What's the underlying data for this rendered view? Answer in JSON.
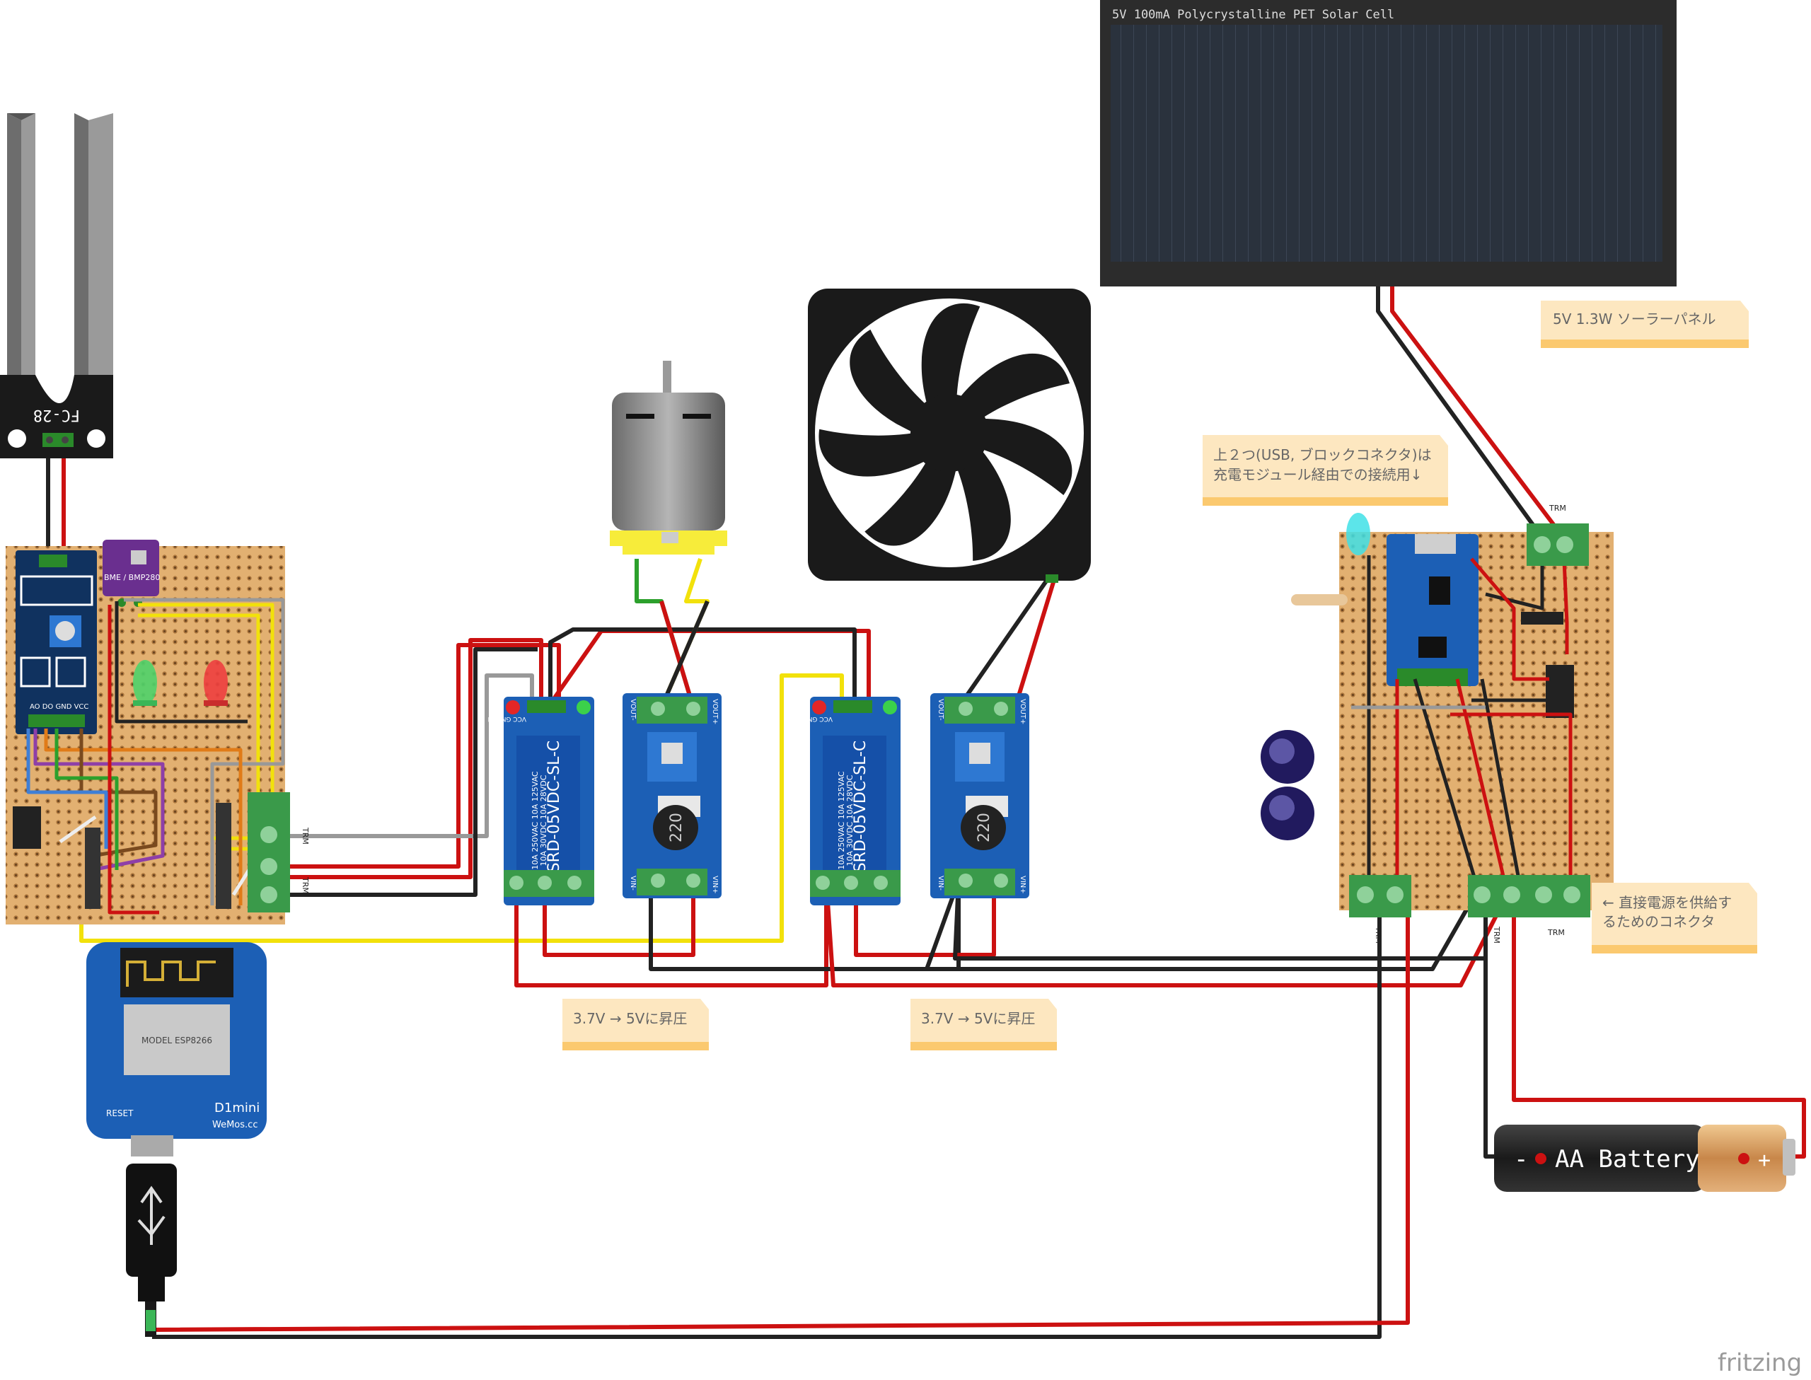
{
  "diagram": {
    "solar_cell_label": "5V 100mA Polycrystalline PET Solar Cell",
    "notes": {
      "solar_panel": "5V 1.3W ソーラーパネル",
      "usb_connector_line1": "上２つ(USB, ブロックコネクタ)は",
      "usb_connector_line2": "充電モジュール経由での接続用↓",
      "boost1": "3.7V → 5Vに昇圧",
      "boost2": "3.7V → 5Vに昇圧",
      "direct_power_line1": "← 直接電源を供給す",
      "direct_power_line2": "るためのコネクタ"
    },
    "sensor_label": "FC-28",
    "bme_label": "BME / BMP280",
    "sensor_pins": "AO DO GND VCC",
    "relay1_text": "SRD-05VDC-SL-C",
    "relay2_text": "SRD-05VDC-SL-C",
    "relay_rating_1": "10A 250VAC 10A 125VAC",
    "relay_rating_2": "10A 30VDC 10A 28VDC",
    "relay_pins": "VCC GND IN",
    "boost_inductor_1": "220",
    "boost_inductor_2": "220",
    "boost_vout_minus": "VOUT-",
    "boost_vout_plus": "VOUT+",
    "boost_vin_minus": "VIN-",
    "boost_vin_plus": "VIN+",
    "terminal_label": "TRM",
    "wemos_model": "D1mini",
    "wemos_brand": "WeMos.cc",
    "wemos_reset": "RESET",
    "wemos_module": "MODEL ESP8266",
    "battery_label": "AA Battery",
    "battery_minus": "-",
    "battery_plus": "+",
    "watermark": "fritzing"
  },
  "colors": {
    "wire_red": "#cc1111",
    "wire_black": "#222222",
    "wire_yellow": "#f2e10b",
    "wire_gray": "#999999",
    "wire_green": "#2ca02c",
    "wire_orange": "#e07b18",
    "wire_purple": "#8e3fa8",
    "wire_brown": "#7a4a1e",
    "wire_blue": "#3f7fd6",
    "wire_white": "#eeeeee",
    "board": "#e2b071",
    "module_blue": "#1c5fb5",
    "note": "#fde7c0"
  }
}
